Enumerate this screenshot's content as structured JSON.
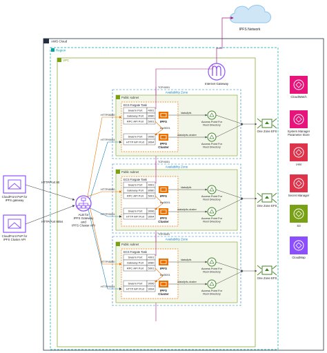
{
  "header": {
    "internet_label": "IPFS Network"
  },
  "containers": {
    "aws_cloud": "AWS Cloud",
    "region": "Region",
    "vpc": "VPC",
    "internet_gateway": "Internet Gateway",
    "az_label": "Availability Zone",
    "public_subnet": "Public subnet"
  },
  "clients": [
    {
      "label_lines": [
        "CloudFront PoP for",
        "IPFS gateway"
      ],
      "link": "HTTP/Port 80"
    },
    {
      "label_lines": [
        "CloudFront PoP for",
        "IPFS Cluster API"
      ],
      "link": "HTTP/Port 9094"
    }
  ],
  "alb": {
    "label_lines": [
      "ALB for",
      "IPFS Gateway",
      "and",
      "IPFS Cluster API"
    ]
  },
  "zones": [
    {
      "tcp_label": "TCP/4001",
      "udp_label": "tcp/5001",
      "http_top": "HTTP/8080",
      "http_bottom": "HTTP/9094",
      "ecs_title": "ECS Fargate Task",
      "ipfs_ports": [
        [
          "Swarm Port",
          "4001"
        ],
        [
          "Gateway Port",
          "8080"
        ],
        [
          "RPC API Port",
          "5001"
        ]
      ],
      "cluster_ports": [
        [
          "Swarm Port",
          "9096"
        ],
        [
          "HTTP API Port",
          "9094"
        ]
      ],
      "ipfs_label": "IPFS",
      "cluster_label_lines": [
        "IPFS",
        "Cluster"
      ],
      "mount_top": "/data/ipfs",
      "mount_bottom": "/data/ipfs-cluster",
      "ap_top_lines": [
        "Access Point For",
        "Root Directory"
      ],
      "ap_bottom_lines": [
        "Access Point For",
        "Root Directory"
      ],
      "efs_label": "One Zone EFS"
    },
    {
      "tcp_label": "TCP/4001",
      "udp_label": "tcp/5001",
      "http_top": "HTTP/8080",
      "http_bottom": "HTTP/9094",
      "ecs_title": "ECS Fargate Task",
      "ipfs_ports": [
        [
          "Swarm Port",
          "4001"
        ],
        [
          "Gateway Port",
          "8080"
        ],
        [
          "RPC API Port",
          "5001"
        ]
      ],
      "cluster_ports": [
        [
          "Swarm Port",
          "9096"
        ],
        [
          "HTTP API Port",
          "9094"
        ]
      ],
      "ipfs_label": "IPFS",
      "cluster_label_lines": [
        "IPFS",
        "Cluster"
      ],
      "mount_top": "/data/ipfs",
      "mount_bottom": "/data/ipfs-cluster",
      "ap_top_lines": [
        "Access Point For",
        "Root Directory"
      ],
      "ap_bottom_lines": [
        "Access Point For",
        "Root Directory"
      ],
      "efs_label": "One Zone EFS"
    },
    {
      "tcp_label": "TCP/4001",
      "udp_label": "tcp/5001",
      "http_top": "HTTP/8080",
      "http_bottom": "HTTP/9094",
      "ecs_title": "ECS Fargate Task",
      "ipfs_ports": [
        [
          "Swarm Port",
          "4001"
        ],
        [
          "Gateway Port",
          "8080"
        ],
        [
          "RPC API Port",
          "5001"
        ]
      ],
      "cluster_ports": [
        [
          "Swarm Port",
          "9096"
        ],
        [
          "HTTP API Port",
          "9094"
        ]
      ],
      "ipfs_label": "IPFS",
      "cluster_label_lines": [
        "IPFS",
        "Cluster"
      ],
      "mount_top": "/data/ipfs",
      "mount_bottom": "/data/ipfs-cluster",
      "ap_top_lines": [
        "Access Point For",
        "Root Directory"
      ],
      "ap_bottom_lines": [
        "Access Point For",
        "Root Directory"
      ],
      "efs_label": "One Zone EFS"
    }
  ],
  "services": [
    {
      "label_lines": [
        "CloudWatch"
      ],
      "color": "#e7157b",
      "icon": "cloudwatch-icon"
    },
    {
      "label_lines": [
        "System Manager",
        "Parameter Store"
      ],
      "color": "#e7157b",
      "icon": "parameter-store-icon"
    },
    {
      "label_lines": [
        "IAM"
      ],
      "color": "#dd344c",
      "icon": "iam-icon"
    },
    {
      "label_lines": [
        "Secret Manager"
      ],
      "color": "#dd344c",
      "icon": "secrets-manager-icon"
    },
    {
      "label_lines": [
        "S3"
      ],
      "color": "#7aa116",
      "icon": "s3-icon"
    },
    {
      "label_lines": [
        "CloudMap"
      ],
      "color": "#8c4fff",
      "icon": "cloudmap-icon"
    }
  ],
  "colors": {
    "aws_border": "#232f3e",
    "region_border": "#00a4a6",
    "vpc_border": "#7aa116",
    "az_border": "#147eba",
    "subnet_fill": "#f2f6e8",
    "ecs_orange": "#ed7100",
    "efs_green": "#3f8624",
    "client_purple": "#8c4fff",
    "magenta": "#b0177d"
  }
}
